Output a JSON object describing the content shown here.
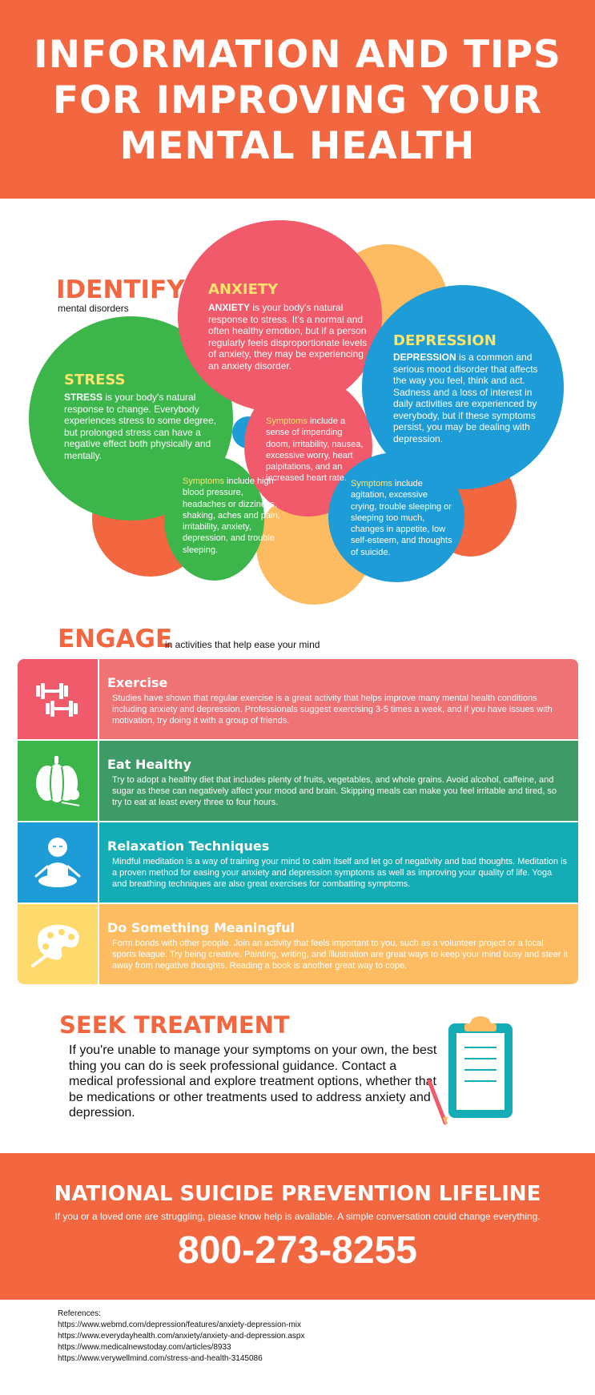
{
  "header": {
    "title": "INFORMATION AND TIPS FOR IMPROVING YOUR MENTAL HEALTH"
  },
  "identify": {
    "heading": "IDENTIFY",
    "subheading": "mental disorders",
    "stress": {
      "title": "STRESS",
      "lead": "STRESS",
      "text": " is your body's natural response to change. Everybody experiences stress to some degree, but prolonged stress can have a negative effect both physically and mentally.",
      "symptoms_label": "Symptoms",
      "symptoms_text": " include high blood pressure, headaches or dizziness, shaking, aches and pain, irritability, anxiety, depression, and trouble sleeping."
    },
    "anxiety": {
      "title": "ANXIETY",
      "lead": "ANXIETY",
      "text": " is your body's natural response to stress. It's a normal and often healthy emotion, but if a person regularly feels disproportionate levels of anxiety, they may be experiencing an anxiety disorder.",
      "symptoms_label": "Symptoms",
      "symptoms_text": " include a sense of impending doom, irritability, nausea, excessive worry, heart palpitations, and an increased heart rate."
    },
    "depression": {
      "title": "DEPRESSION",
      "lead": "DEPRESSION",
      "text": " is a common and serious mood disorder that affects the way you feel, think and act. Sadness and a loss of interest in daily activities are experienced by everybody, but if these symptoms persist, you may be dealing with depression.",
      "symptoms_label": "Symptoms",
      "symptoms_text": " include agitation, excessive crying, trouble sleeping or sleeping too much, changes in appetite, low self-esteem, and thoughts of suicide."
    }
  },
  "engage": {
    "heading": "ENGAGE",
    "subheading": "in activities that help ease your mind",
    "items": [
      {
        "title": "Exercise",
        "text": "Studies have shown that regular exercise is a great activity that helps improve many mental health conditions including anxiety and depression. Professionals suggest exercising 3-5 times a week, and if you have issues with motivation, try doing it with a group of friends.",
        "icon": "dumbbell-icon",
        "color": "#ef7275",
        "icon_bg": "#f05a6a"
      },
      {
        "title": "Eat Healthy",
        "text": "Try to adopt a healthy diet that includes plenty of fruits, vegetables, and whole grains. Avoid alcohol, caffeine, and sugar as these can negatively affect your mood and brain. Skipping meals can make you feel irritable and tired, so try to eat at least every three to four hours.",
        "icon": "pumpkin-icon",
        "color": "#3e9a66",
        "icon_bg": "#3cb54a"
      },
      {
        "title": "Relaxation Techniques",
        "text": "Mindful meditation is a way of training your mind to calm itself and let go of negativity and bad thoughts. Meditation is a proven method for easing your anxiety and depression symptoms as well as improving your quality of life. Yoga and breathing techniques are also great exercises for combatting symptoms.",
        "icon": "meditation-icon",
        "color": "#15adb5",
        "icon_bg": "#1d9cd8"
      },
      {
        "title": "Do Something Meaningful",
        "text": "Form bonds with other people. Join an activity that feels important to you, such as a volunteer project or a local sports league. Try being creative. Painting, writing, and illustration are great ways to keep your mind busy and steer it away from negative thoughts. Reading a book is another great way to cope.",
        "icon": "paint-palette-icon",
        "color": "#fdbc62",
        "icon_bg": "#fed96c"
      }
    ]
  },
  "seek": {
    "heading": "SEEK TREATMENT",
    "text": "If you're unable to manage your symptoms on your own, the best thing you can do is seek professional guidance. Contact a medical professional and explore treatment options, whether that be medications or other treatments used to address anxiety and depression.",
    "icon": "clipboard-icon"
  },
  "lifeline": {
    "title": "NATIONAL SUICIDE PREVENTION LIFELINE",
    "text": "If you or a loved one are struggling, please know help is available. A simple conversation could change everything.",
    "phone": "800-273-8255"
  },
  "references": {
    "label": "References:",
    "links": [
      "https://www.webmd.com/depression/features/anxiety-depression-mix",
      "https://www.everydayhealth.com/anxiety/anxiety-and-depression.aspx",
      "https://www.medicalnewstoday.com/articles/8933",
      "https://www.verywellmind.com/stress-and-health-3145086"
    ]
  },
  "colors": {
    "orange": "#f26640",
    "green": "#3cb54a",
    "pink": "#f05a6a",
    "blue": "#1d9cd8",
    "yellow": "#fdbc62",
    "label_yellow": "#ffe46b"
  }
}
